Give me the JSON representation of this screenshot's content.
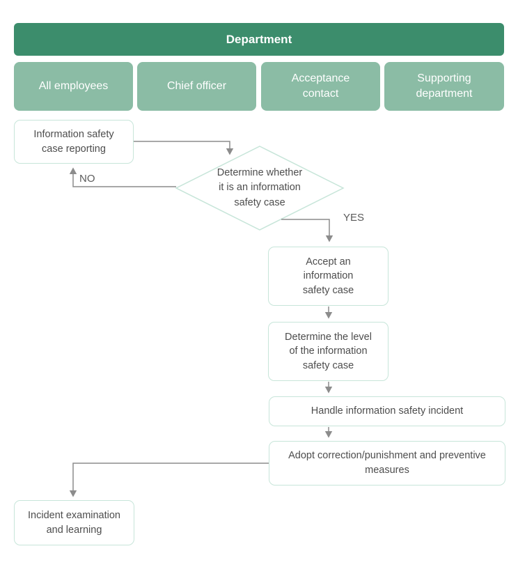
{
  "header": {
    "title": "Department"
  },
  "columns": [
    {
      "label": "All employees"
    },
    {
      "label": "Chief officer"
    },
    {
      "label": "Acceptance\ncontact"
    },
    {
      "label": "Supporting\ndepartment"
    }
  ],
  "flow": {
    "reporting": "Information safety\ncase reporting",
    "decision": "Determine whether\nit is an information\nsafety case",
    "accept": "Accept an\ninformation\nsafety case",
    "level": "Determine the level\nof the information\nsafety case",
    "handle": "Handle information safety incident",
    "adopt": "Adopt correction/punishment and preventive\nmeasures",
    "incident": "Incident examination\nand learning",
    "yes_label": "YES",
    "no_label": "NO"
  },
  "colors": {
    "header_bg": "#3c8d6c",
    "column_bg": "#8bbca5",
    "node_border": "#c7e5d9",
    "node_text": "#4d4d4d",
    "connector": "#8c8c8c",
    "label_text": "#5a5a5a"
  }
}
